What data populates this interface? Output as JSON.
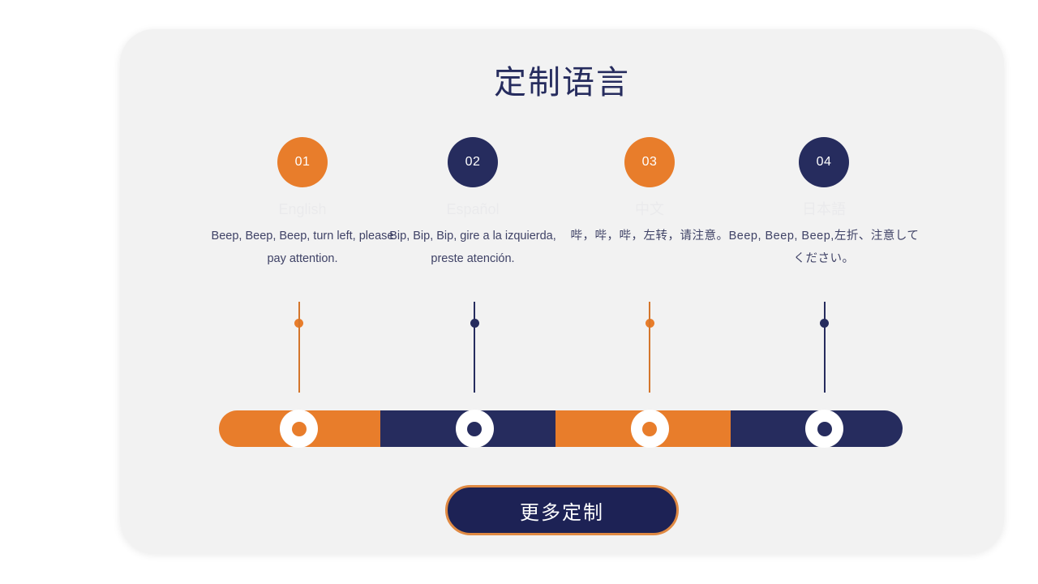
{
  "slide": {
    "title": "定制语言",
    "background_color": "#ffffff",
    "card_color": "#f2f2f2",
    "accent_orange": "#e87d2b",
    "accent_navy": "#262c5e"
  },
  "columns": [
    {
      "number": "01",
      "number_color": "orange",
      "language_label": "English",
      "description": "Beep, Beep, Beep, turn left, please pay attention.",
      "cjk": false
    },
    {
      "number": "02",
      "number_color": "navy",
      "language_label": "Español",
      "description": "Bip, Bip, Bip, gire a la izquierda, preste atención.",
      "cjk": false
    },
    {
      "number": "03",
      "number_color": "orange",
      "language_label": "中文",
      "description": "哔，哔，哔，左转，请注意。",
      "cjk": true
    },
    {
      "number": "04",
      "number_color": "navy",
      "language_label": "日本語",
      "description": "Beep, Beep, Beep,左折、注意してください。",
      "cjk": true
    }
  ],
  "timeline": {
    "segments": [
      {
        "color": "orange",
        "width_pct": 23.6
      },
      {
        "color": "navy",
        "width_pct": 25.6
      },
      {
        "color": "orange",
        "width_pct": 25.6
      },
      {
        "color": "navy",
        "width_pct": 25.2
      }
    ],
    "nodes": [
      {
        "color": "orange",
        "left_pct": 11.7
      },
      {
        "color": "navy",
        "left_pct": 37.4
      },
      {
        "color": "orange",
        "left_pct": 63.0
      },
      {
        "color": "navy",
        "left_pct": 88.6
      }
    ]
  },
  "cta": {
    "label": "更多定制"
  }
}
